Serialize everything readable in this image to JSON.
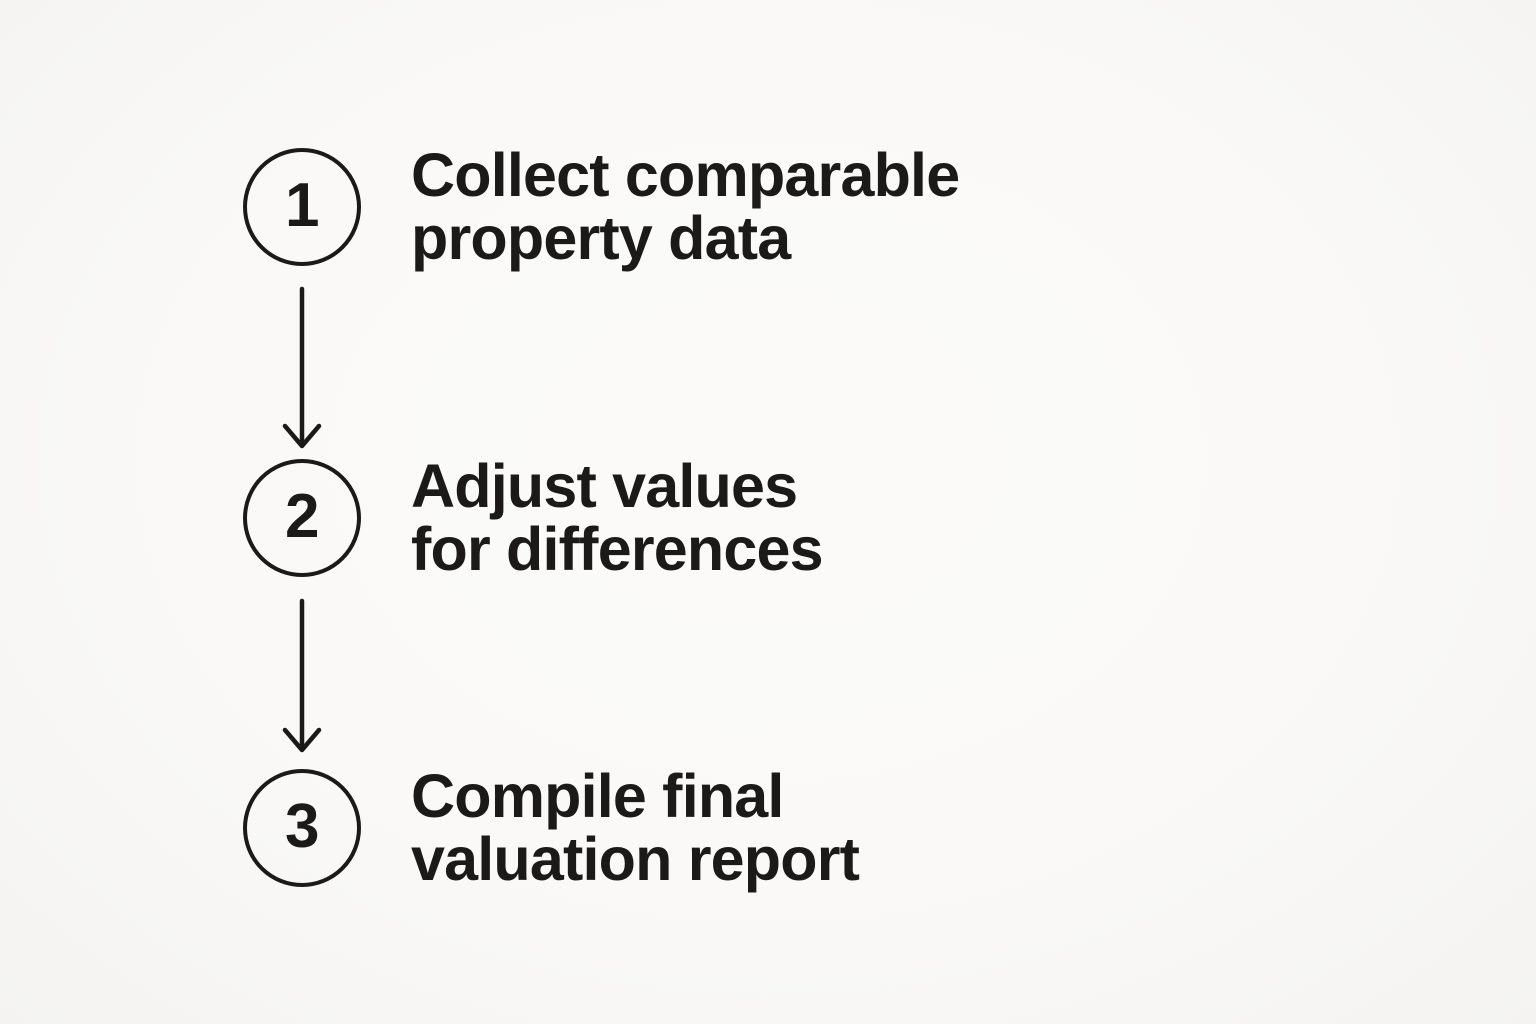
{
  "canvas": {
    "background_color": "#faf9f7",
    "ink_color": "#1b1a19"
  },
  "diagram": {
    "type": "vertical-process-flow",
    "steps": [
      {
        "number": "1",
        "lines": [
          "Collect comparable",
          "property data"
        ]
      },
      {
        "number": "2",
        "lines": [
          "Adjust values",
          "for differences"
        ]
      },
      {
        "number": "3",
        "lines": [
          "Compile final",
          "valuation report"
        ]
      }
    ],
    "connectors": [
      "arrow-down",
      "arrow-down"
    ]
  }
}
